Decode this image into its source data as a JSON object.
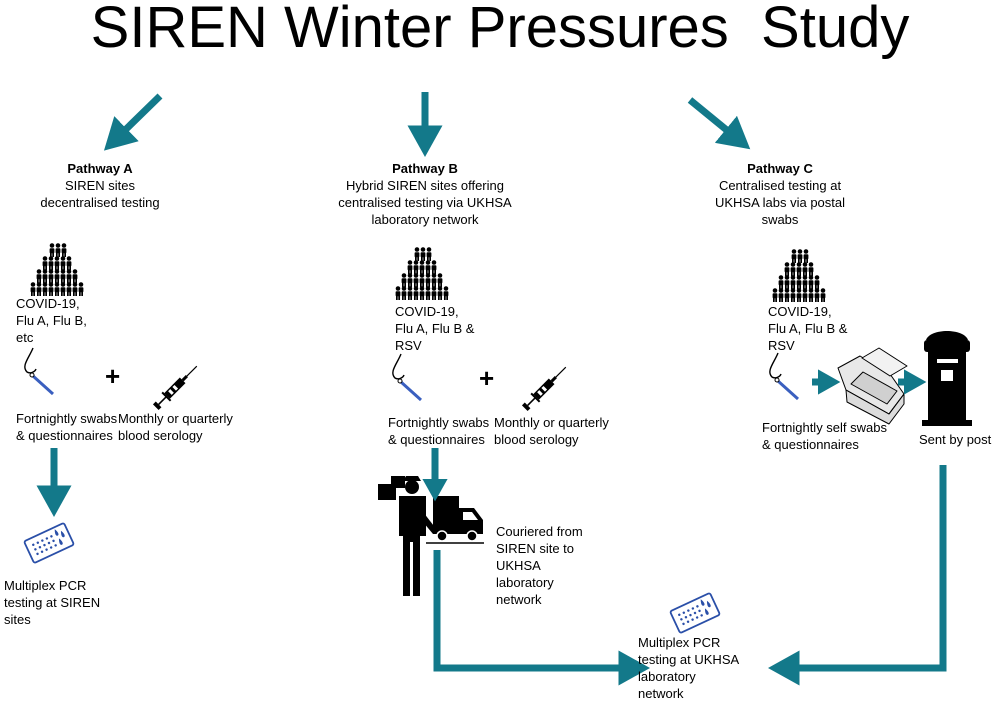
{
  "title": "SIREN Winter Pressures  Study",
  "colors": {
    "arrow": "#13798a",
    "swab_stick": "#3a5fbf",
    "plate": "#2a4fa8",
    "icon": "#000000"
  },
  "pathway_a": {
    "heading": "Pathway A",
    "description": [
      "SIREN sites",
      "decentralised testing"
    ],
    "tests": [
      "COVID-19,",
      "Flu A, Flu B,",
      "etc"
    ],
    "plus": "+",
    "swabs_label": [
      "Fortnightly swabs",
      "& questionnaires"
    ],
    "serology_label": [
      "Monthly or quarterly",
      "blood serology"
    ],
    "pcr_label": [
      "Multiplex PCR",
      "testing at SIREN",
      "sites"
    ]
  },
  "pathway_b": {
    "heading": "Pathway B",
    "description": [
      "Hybrid SIREN sites offering",
      "centralised testing via  UKHSA",
      "laboratory network"
    ],
    "tests": [
      "COVID-19,",
      "Flu A, Flu B &",
      "RSV"
    ],
    "plus": "+",
    "swabs_label": [
      "Fortnightly swabs",
      "& questionnaires"
    ],
    "serology_label": [
      "Monthly or quarterly",
      "blood serology"
    ],
    "courier_label": [
      "Couriered from",
      "SIREN site to",
      "UKHSA",
      "laboratory",
      "network"
    ]
  },
  "pathway_c": {
    "heading": "Pathway C",
    "description": [
      "Centralised testing at",
      "UKHSA labs via postal",
      "swabs"
    ],
    "tests": [
      "COVID-19,",
      "Flu A, Flu B &",
      "RSV"
    ],
    "swabs_label": [
      "Fortnightly self swabs",
      "& questionnaires"
    ],
    "post_label": "Sent by post"
  },
  "central_pcr_label": [
    "Multiplex PCR",
    "testing at UKHSA",
    "laboratory",
    "network"
  ]
}
